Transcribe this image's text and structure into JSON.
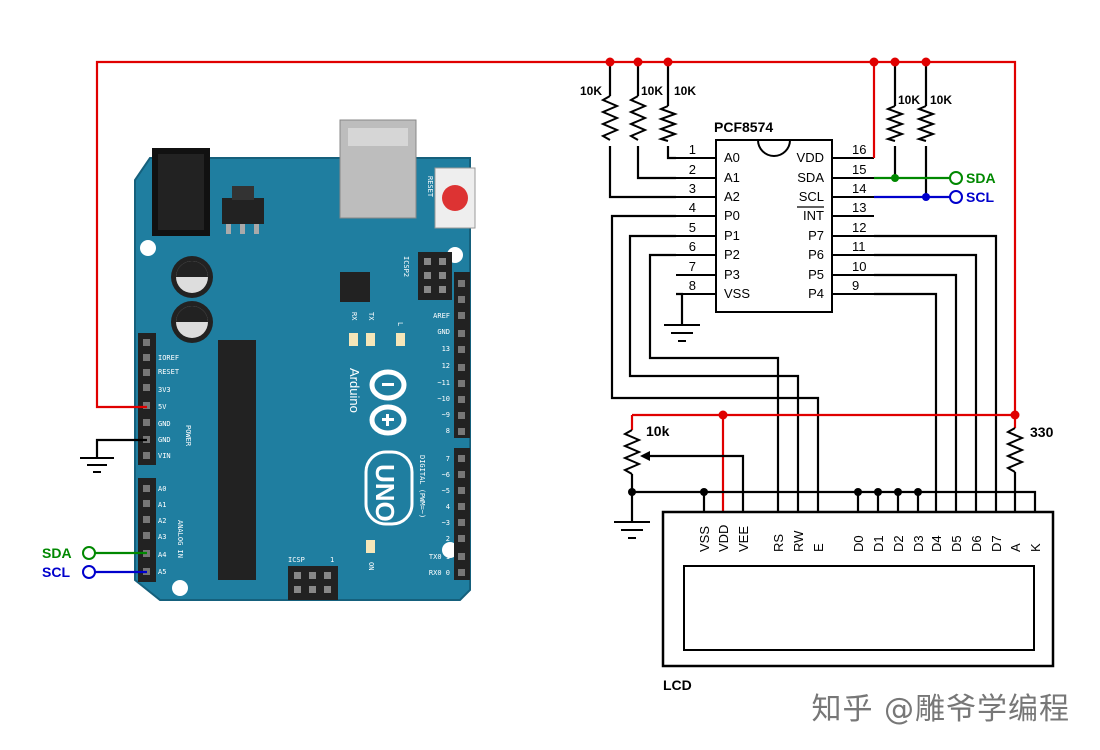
{
  "colors": {
    "board": "#1f7ea0",
    "board_dark": "#15607c",
    "power_wire": "#e00000",
    "signal_wire": "#000000",
    "sda_wire": "#008800",
    "scl_wire": "#0000cc"
  },
  "arduino": {
    "brand": "Arduino",
    "model": "UNO",
    "reset_label": "RESET",
    "icsp2_label": "ICSP2",
    "icsp_label": "ICSP",
    "icsp_one": "1",
    "on_label": "ON",
    "l_label": "L",
    "tx_label": "TX",
    "rx_label": "RX",
    "power_label": "POWER",
    "analog_label": "ANALOG IN",
    "digital_label": "DIGITAL (PWM=~)",
    "power_pins": [
      "IOREF",
      "RESET",
      "3V3",
      "5V",
      "GND",
      "GND",
      "VIN"
    ],
    "analog_pins": [
      "A0",
      "A1",
      "A2",
      "A3",
      "A4",
      "A5"
    ],
    "top_pins": [
      "AREF",
      "GND",
      "13",
      "12",
      "~11",
      "~10",
      "~9",
      "8"
    ],
    "digital_pins": [
      "7",
      "~6",
      "~5",
      "4",
      "~3",
      "2",
      "TX0 1",
      "RX0 0"
    ],
    "sda_label": "SDA",
    "scl_label": "SCL"
  },
  "pcf8574": {
    "name": "PCF8574",
    "left_pins": [
      {
        "num": "1",
        "name": "A0"
      },
      {
        "num": "2",
        "name": "A1"
      },
      {
        "num": "3",
        "name": "A2"
      },
      {
        "num": "4",
        "name": "P0"
      },
      {
        "num": "5",
        "name": "P1"
      },
      {
        "num": "6",
        "name": "P2"
      },
      {
        "num": "7",
        "name": "P3"
      },
      {
        "num": "8",
        "name": "VSS"
      }
    ],
    "right_pins": [
      {
        "num": "16",
        "name": "VDD"
      },
      {
        "num": "15",
        "name": "SDA"
      },
      {
        "num": "14",
        "name": "SCL"
      },
      {
        "num": "13",
        "name": "INT"
      },
      {
        "num": "12",
        "name": "P7"
      },
      {
        "num": "11",
        "name": "P6"
      },
      {
        "num": "10",
        "name": "P5"
      },
      {
        "num": "9",
        "name": "P4"
      }
    ],
    "sda_label": "SDA",
    "scl_label": "SCL"
  },
  "resistors": {
    "addr": [
      "10K",
      "10K",
      "10K"
    ],
    "pullup": [
      "10K",
      "10K"
    ],
    "pot": "10k",
    "backlight": "330"
  },
  "lcd": {
    "label": "LCD",
    "pins": [
      "VSS",
      "VDD",
      "VEE",
      "RS",
      "RW",
      "E",
      "D0",
      "D1",
      "D2",
      "D3",
      "D4",
      "D5",
      "D6",
      "D7",
      "A",
      "K"
    ]
  },
  "watermark": "知乎 @雕爷学编程"
}
